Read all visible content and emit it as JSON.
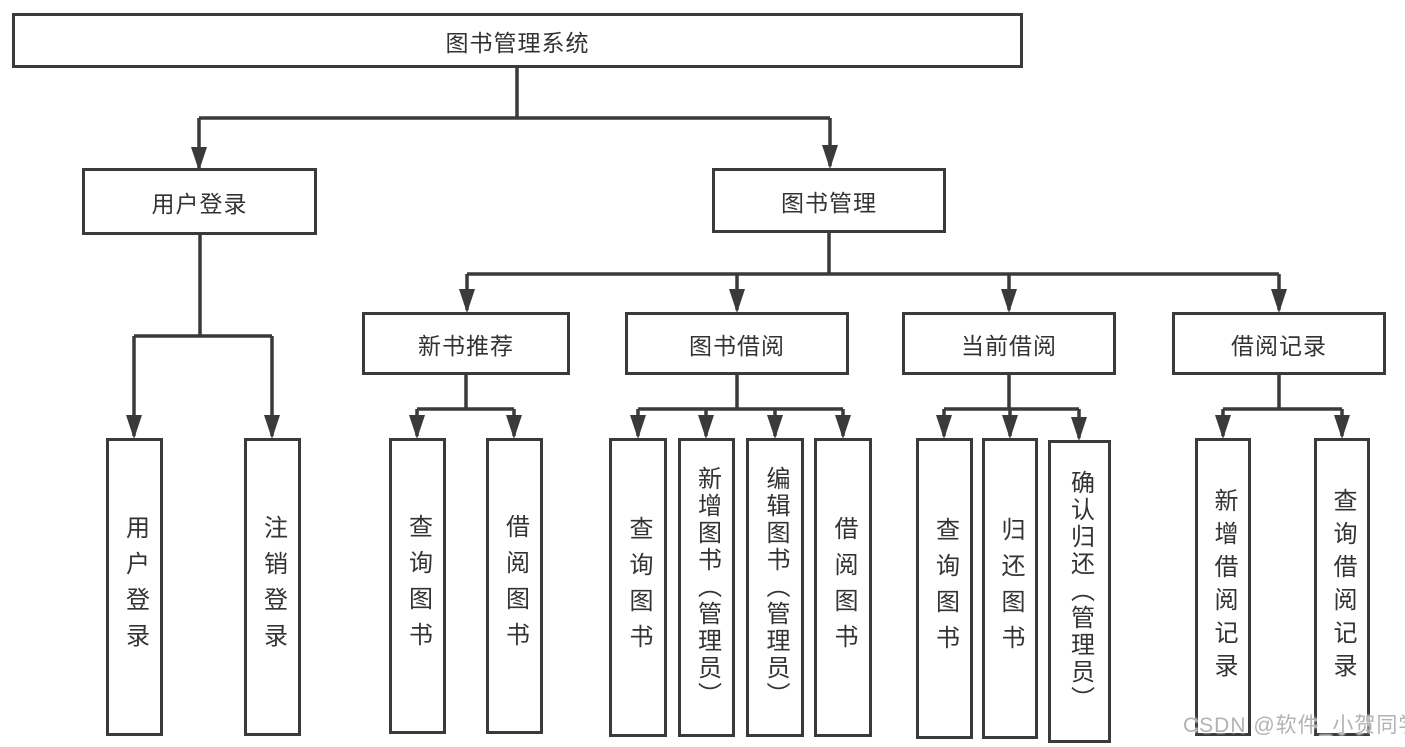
{
  "diagram_title": "图书管理系统",
  "nodes": {
    "root": "图书管理系统",
    "user_login": "用户登录",
    "book_management": "图书管理",
    "new_book_recommend": "新书推荐",
    "book_borrowing": "图书借阅",
    "current_borrowing": "当前借阅",
    "borrowing_records": "借阅记录",
    "leaf_user_login": "用户登录",
    "leaf_logout": "注销登录",
    "leaf_nbr_query_books": "查询图书",
    "leaf_nbr_borrow_books": "借阅图书",
    "leaf_bb_query_books": "查询图书",
    "leaf_bb_add_books": "新增图书（管理员）",
    "leaf_bb_edit_books": "编辑图书（管理员）",
    "leaf_bb_borrow_books": "借阅图书",
    "leaf_cb_query_books": "查询图书",
    "leaf_cb_return_books": "归还图书",
    "leaf_cb_confirm_return": "确认归还（管理员）",
    "leaf_br_add_record": "新增借阅记录",
    "leaf_br_query_record": "查询借阅记录"
  },
  "edges": [
    [
      "root",
      "user_login"
    ],
    [
      "root",
      "book_management"
    ],
    [
      "user_login",
      "leaf_user_login"
    ],
    [
      "user_login",
      "leaf_logout"
    ],
    [
      "book_management",
      "new_book_recommend"
    ],
    [
      "book_management",
      "book_borrowing"
    ],
    [
      "book_management",
      "current_borrowing"
    ],
    [
      "book_management",
      "borrowing_records"
    ],
    [
      "new_book_recommend",
      "leaf_nbr_query_books"
    ],
    [
      "new_book_recommend",
      "leaf_nbr_borrow_books"
    ],
    [
      "book_borrowing",
      "leaf_bb_query_books"
    ],
    [
      "book_borrowing",
      "leaf_bb_add_books"
    ],
    [
      "book_borrowing",
      "leaf_bb_edit_books"
    ],
    [
      "book_borrowing",
      "leaf_bb_borrow_books"
    ],
    [
      "current_borrowing",
      "leaf_cb_query_books"
    ],
    [
      "current_borrowing",
      "leaf_cb_return_books"
    ],
    [
      "current_borrowing",
      "leaf_cb_confirm_return"
    ],
    [
      "borrowing_records",
      "leaf_br_add_record"
    ],
    [
      "borrowing_records",
      "leaf_br_query_record"
    ]
  ],
  "watermark": "CSDN @软件_小贺同学",
  "colors": {
    "line": "#3a3a3a",
    "border": "#3a3a3a",
    "text": "#333333",
    "watermark": "#b3b3b3",
    "background": "#ffffff"
  }
}
